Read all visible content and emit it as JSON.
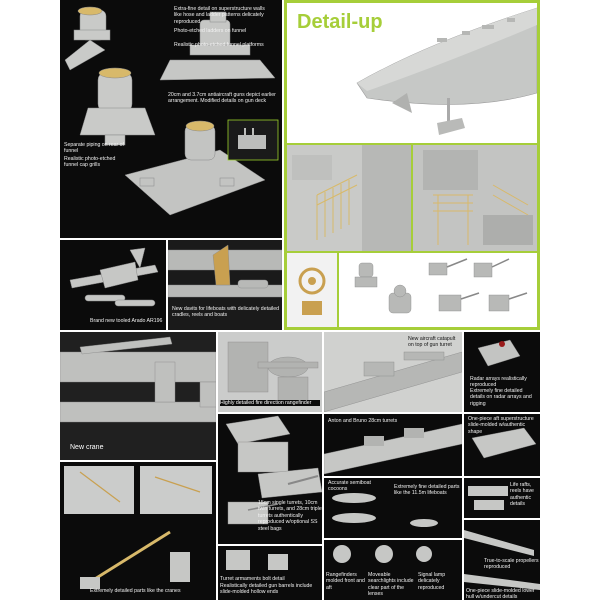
{
  "header": {
    "title": "Detail-up"
  },
  "captions": {
    "superstructure": "Extra-fine detail on superstructure walls like hose and ladder patterns delicately reproduced",
    "photo_ladders": "Photo-etched ladders on funnel",
    "funnel_platforms": "Realistic photo-etched funnel platforms",
    "aa_guns": "20cm and 3.7cm antiaircraft guns depict earlier arrangement. Modified details on gun deck",
    "piping": "Separate piping on rear of funnel",
    "cap_grills": "Realistic photo-etched funnel cap grills",
    "arado": "Brand new tooled Arado AR196",
    "davits": "New davits for lifeboats with delicately detailed cradles, reels and boats",
    "new_crane": "New crane",
    "rangefinder": "Highly detailed fire direction rangefinder",
    "aircraft_catapult": "New aircraft catapult on top of gun turret",
    "radar": "Radar arrays realistically reproduced",
    "radar_ext": "Extremely fine detailed details on radar arrays and rigging",
    "anton_bruno": "Anton and Bruno 28cm turrets",
    "one_piece": "One-piece aft superstructure slide-molded w/authentic shape",
    "crane_details": "Extremely detailed parts like the cranes",
    "turret_armament": "15cm single turrets, 10cm twin turrets, and 28cm triple turrets authentically reproduced w/optional SS steel bags",
    "lifeboats": "Accurate semiboat cocoons",
    "lifeboat_det": "Extremely fine detailed parts like the 11.5m lifeboats",
    "turret_brand": "Turret armaments bolt detail",
    "barrels": "Realistically detailed gun barrels include slide-molded hollow ends",
    "rangefinder_small": "Rangefinders molded front and aft",
    "searchlights": "Moveable searchlights include clear part of the lenses",
    "signal_lamp": "Signal lamp delicately reproduced",
    "lifeboats_rafts": "Life rafts, reels have authentic details",
    "propellers": "True-to-scale propellers reproduced",
    "hull": "One-piece slide-molded lower hull w/undercut details realistically reproduced"
  },
  "colors": {
    "accent": "#a6ce39",
    "dark_panel": "#0b0b0b",
    "model_gray": "#bfc1bf",
    "photo_etch": "#d8b96a"
  },
  "icons": [
    "battleship-bow-image",
    "superstructure-image",
    "funnel-image",
    "seaplane-image",
    "crane-image",
    "turret-image",
    "propeller-image",
    "searchlight-image"
  ]
}
